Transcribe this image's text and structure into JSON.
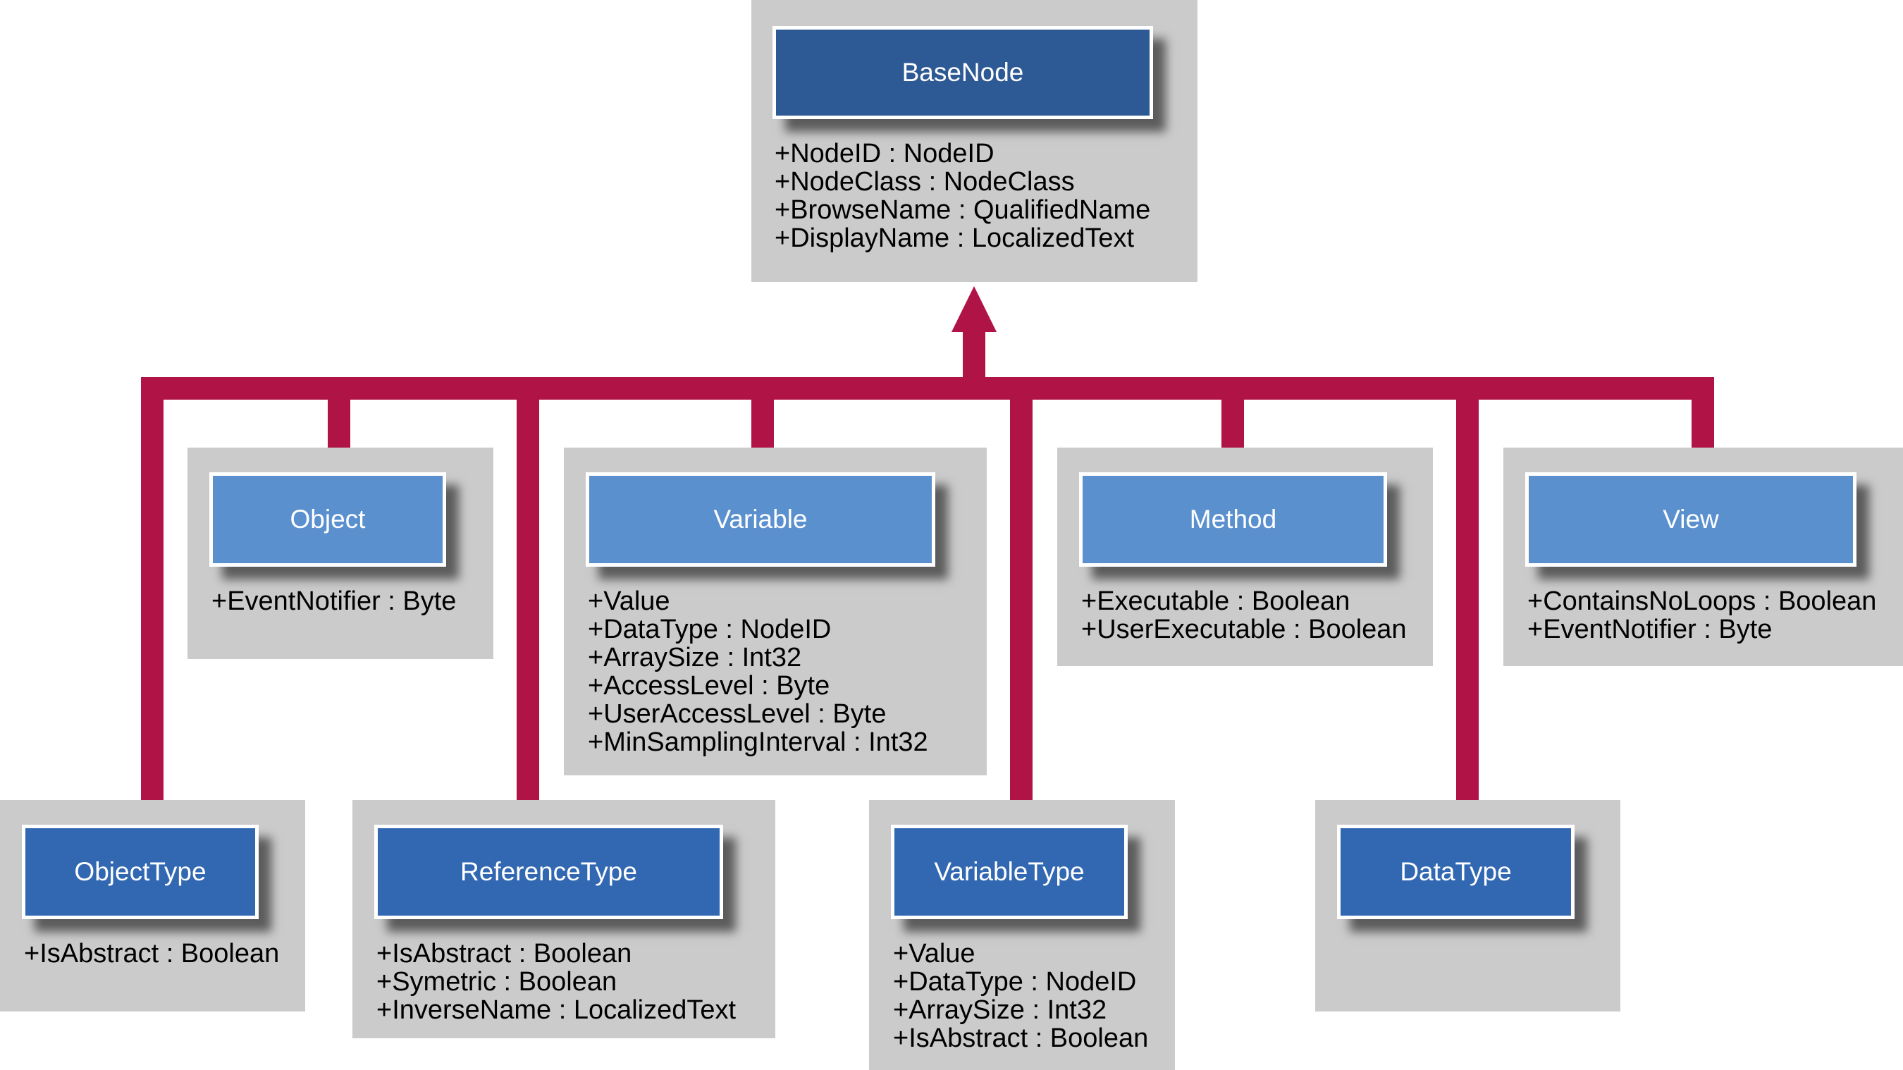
{
  "colors": {
    "connector": "#b01446",
    "box_bg": "#cbcbcb",
    "title_dark": "#2d5a94",
    "title_light": "#5b90cf",
    "title_mid": "#3268b2"
  },
  "classes": [
    {
      "name": "BaseNode",
      "attributes": [
        "+NodeID : NodeID",
        "+NodeClass : NodeClass",
        "+BrowseName : QualifiedName",
        "+DisplayName : LocalizedText"
      ]
    },
    {
      "name": "Object",
      "attributes": [
        "+EventNotifier : Byte"
      ]
    },
    {
      "name": "Variable",
      "attributes": [
        "+Value",
        "+DataType : NodeID",
        "+ArraySize : Int32",
        "+AccessLevel : Byte",
        "+UserAccessLevel : Byte",
        "+MinSamplingInterval : Int32"
      ]
    },
    {
      "name": "Method",
      "attributes": [
        "+Executable : Boolean",
        "+UserExecutable : Boolean"
      ]
    },
    {
      "name": "View",
      "attributes": [
        "+ContainsNoLoops : Boolean",
        "+EventNotifier : Byte"
      ]
    },
    {
      "name": "ObjectType",
      "attributes": [
        "+IsAbstract : Boolean"
      ]
    },
    {
      "name": "ReferenceType",
      "attributes": [
        "+IsAbstract : Boolean",
        "+Symetric : Boolean",
        "+InverseName : LocalizedText"
      ]
    },
    {
      "name": "VariableType",
      "attributes": [
        "+Value",
        "+DataType : NodeID",
        "+ArraySize : Int32",
        "+IsAbstract : Boolean"
      ]
    },
    {
      "name": "DataType",
      "attributes": []
    }
  ]
}
